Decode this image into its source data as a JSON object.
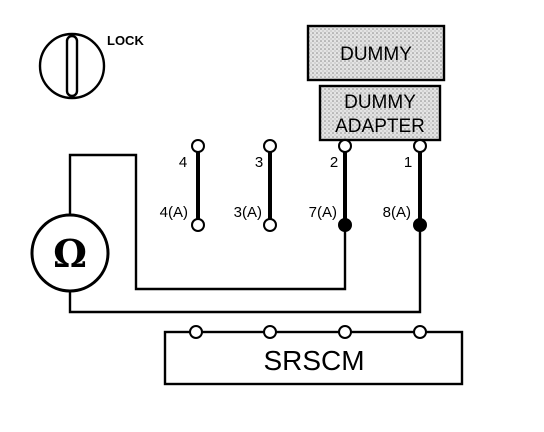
{
  "lock_label": "LOCK",
  "dummy_label": "DUMMY",
  "dummy_adapter_lines": [
    "DUMMY",
    "ADAPTER"
  ],
  "ohmmeter_symbol": "Ω",
  "srscm_label": "SRSCM",
  "terminals_top": [
    "4",
    "3",
    "2",
    "1"
  ],
  "terminals_bottom": [
    "4(A)",
    "3(A)",
    "7(A)",
    "8(A)"
  ],
  "colors": {
    "line": "#000000",
    "shade": "#cfcfcf",
    "background": "#ffffff"
  }
}
